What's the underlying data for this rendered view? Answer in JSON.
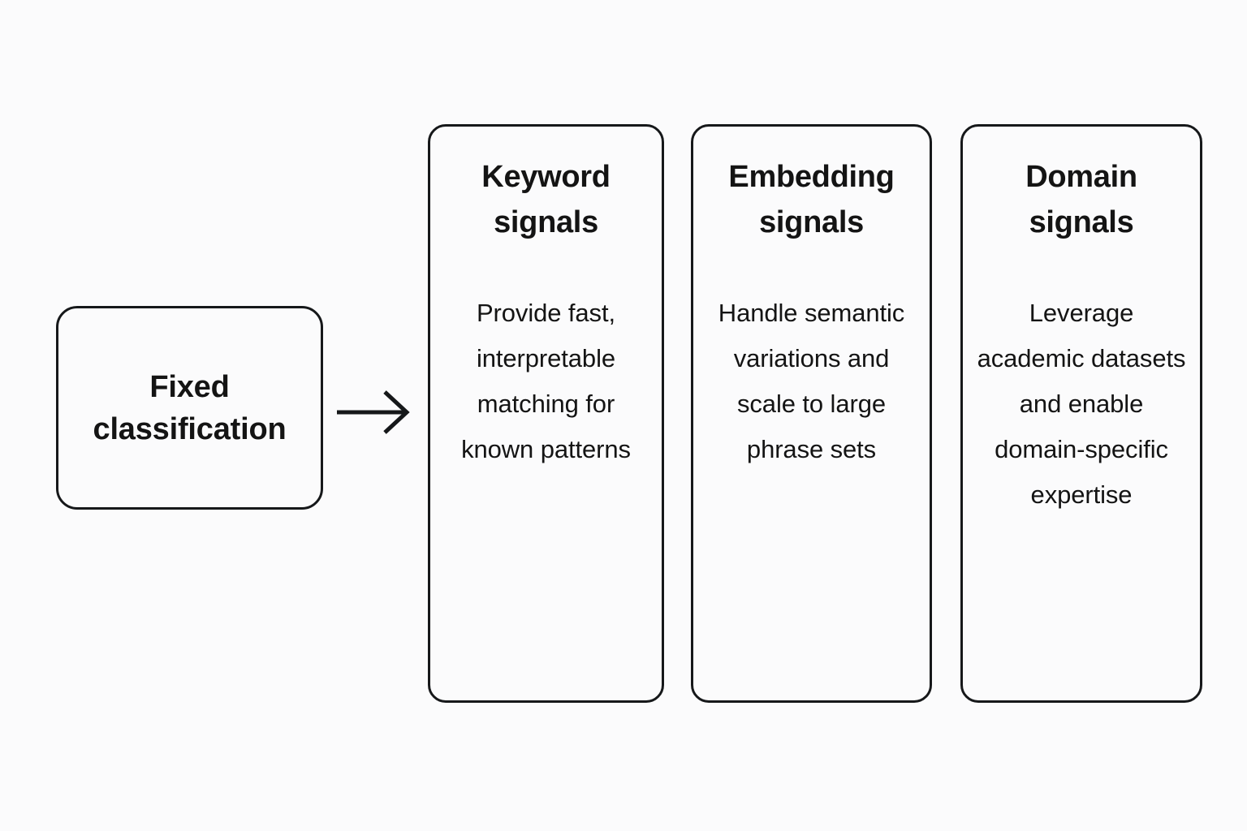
{
  "diagram": {
    "background_color": "#fbfbfc",
    "stroke_color": "#16181a",
    "source": {
      "label": "Fixed\nclassification"
    },
    "connector": {
      "icon": "arrow-right-icon"
    },
    "cards": [
      {
        "title": "Keyword\nsignals",
        "body": "Provide fast, interpretable matching for known patterns"
      },
      {
        "title": "Embedding\nsignals",
        "body": "Handle semantic variations and scale to large phrase sets"
      },
      {
        "title": "Domain\nsignals",
        "body": "Leverage academic datasets and enable domain-specific expertise"
      }
    ]
  }
}
